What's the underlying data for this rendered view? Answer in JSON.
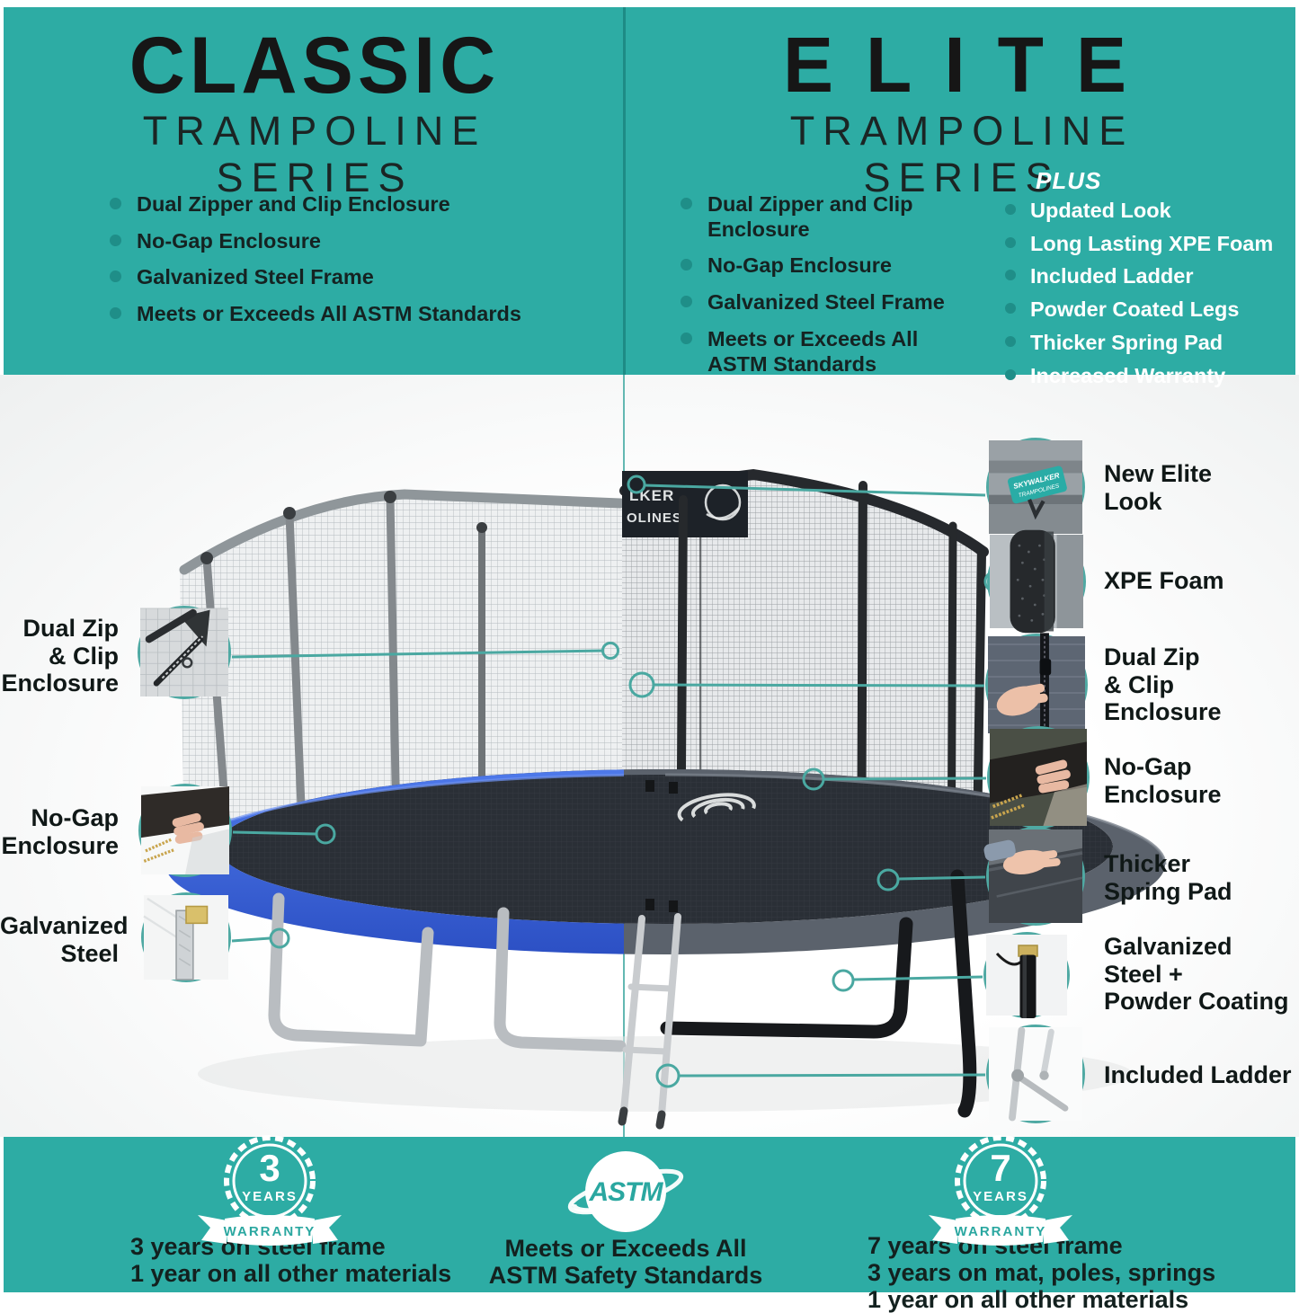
{
  "colors": {
    "teal_band": "#2daca4",
    "teal_dark_bullet": "#1f8e88",
    "accent_line": "#4aa8a1",
    "divider_dark": "#1e8b85",
    "divider_light": "#63b8b2",
    "title_text": "#161616",
    "classic_pad_blue": "#3c60d8",
    "elite_pad_gray": "#5b626c",
    "white": "#ffffff"
  },
  "header": {
    "classic": {
      "title": "CLASSIC",
      "subtitle": "TRAMPOLINE SERIES",
      "features": [
        "Dual Zipper and Clip Enclosure",
        "No-Gap Enclosure",
        "Galvanized Steel Frame",
        "Meets or Exceeds All ASTM Standards"
      ]
    },
    "elite": {
      "title": "ELITE",
      "subtitle": "TRAMPOLINE SERIES",
      "features": [
        "Dual Zipper and Clip Enclosure",
        "No-Gap Enclosure",
        "Galvanized Steel Frame",
        "Meets or Exceeds All ASTM Standards"
      ],
      "plus_label": "PLUS",
      "plus_features": [
        "Updated Look",
        "Long Lasting XPE Foam",
        "Included Ladder",
        "Powder Coated Legs",
        "Thicker Spring Pad",
        "Increased Warranty"
      ]
    }
  },
  "diagram": {
    "brand_badge": {
      "partial_line1": "LKER",
      "partial_line2": "OLINES"
    },
    "elite_tag": {
      "line1": "SKYWALKER",
      "line2": "TRAMPOLINES"
    },
    "left_callouts": [
      {
        "label": "Dual Zip\n& Clip\nEnclosure"
      },
      {
        "label": "No-Gap\nEnclosure"
      },
      {
        "label": "Galvanized\nSteel"
      }
    ],
    "right_callouts": [
      {
        "label": "New Elite\nLook"
      },
      {
        "label": "XPE Foam"
      },
      {
        "label": "Dual Zip\n& Clip\nEnclosure"
      },
      {
        "label": "No-Gap\nEnclosure"
      },
      {
        "label": "Thicker\nSpring Pad"
      },
      {
        "label": "Galvanized\nSteel +\nPowder Coating"
      },
      {
        "label": "Included Ladder"
      }
    ]
  },
  "footer": {
    "classic": {
      "badge_number": "3",
      "badge_years": "YEARS",
      "badge_ribbon": "WARRANTY",
      "details": "3 years on steel frame\n1 year on all other materials"
    },
    "astm": {
      "logo": "ASTM",
      "details": "Meets or Exceeds All\nASTM Safety Standards"
    },
    "elite": {
      "badge_number": "7",
      "badge_years": "YEARS",
      "badge_ribbon": "WARRANTY",
      "details": "7 years on steel frame\n3 years on mat, poles, springs\n1 year on all other materials"
    }
  }
}
